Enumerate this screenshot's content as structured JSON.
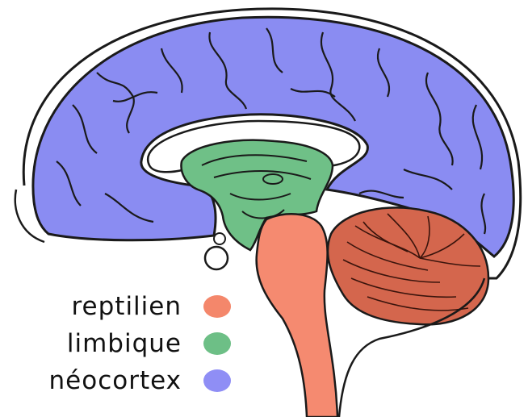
{
  "legend": [
    {
      "label": "reptilien",
      "color": "#f4876b"
    },
    {
      "label": "limbique",
      "color": "#6dbf86"
    },
    {
      "label": "néocortex",
      "color": "#8f8ef5"
    }
  ],
  "colors": {
    "neocortex": "#8a8cf2",
    "limbic": "#6fc087",
    "reptilian": "#f58a70",
    "cerebellum": "#d4664d",
    "outline": "#1a1a1a"
  }
}
